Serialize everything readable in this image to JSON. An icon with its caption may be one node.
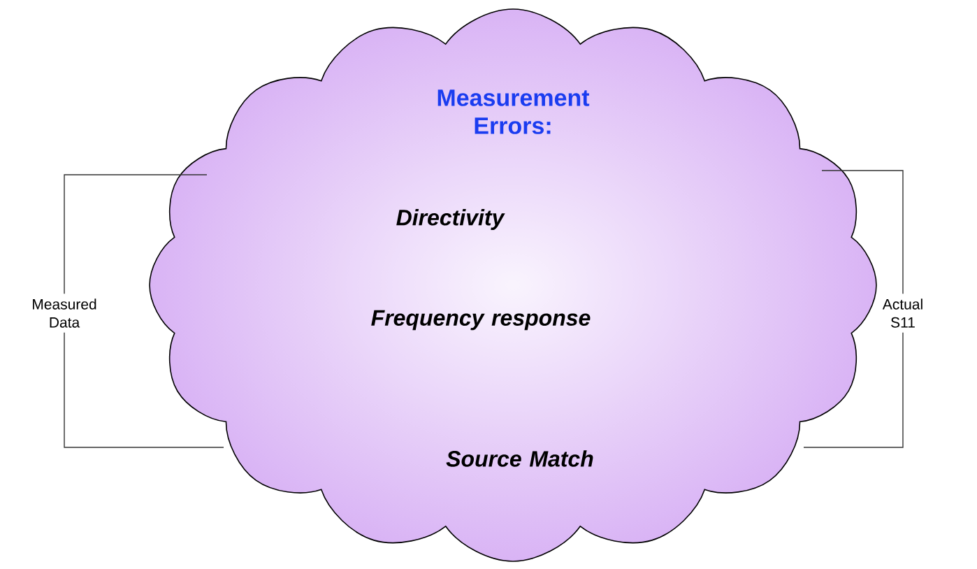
{
  "diagram": {
    "nodes": [
      {
        "text": [
          "Measurement Errors:",
          "Directivity",
          "Frequency response",
          "Source Match"
        ]
      },
      {
        "text": [
          "Measured Data"
        ]
      },
      {
        "text": [
          "Actual S11"
        ]
      }
    ],
    "edges": [
      {
        "from": 1,
        "to": 0,
        "arrow": "none"
      },
      {
        "from": 1,
        "to": 0,
        "arrow": "none"
      },
      {
        "from": 2,
        "to": 0,
        "arrow": "none"
      },
      {
        "from": 2,
        "to": 0,
        "arrow": "none"
      }
    ]
  }
}
